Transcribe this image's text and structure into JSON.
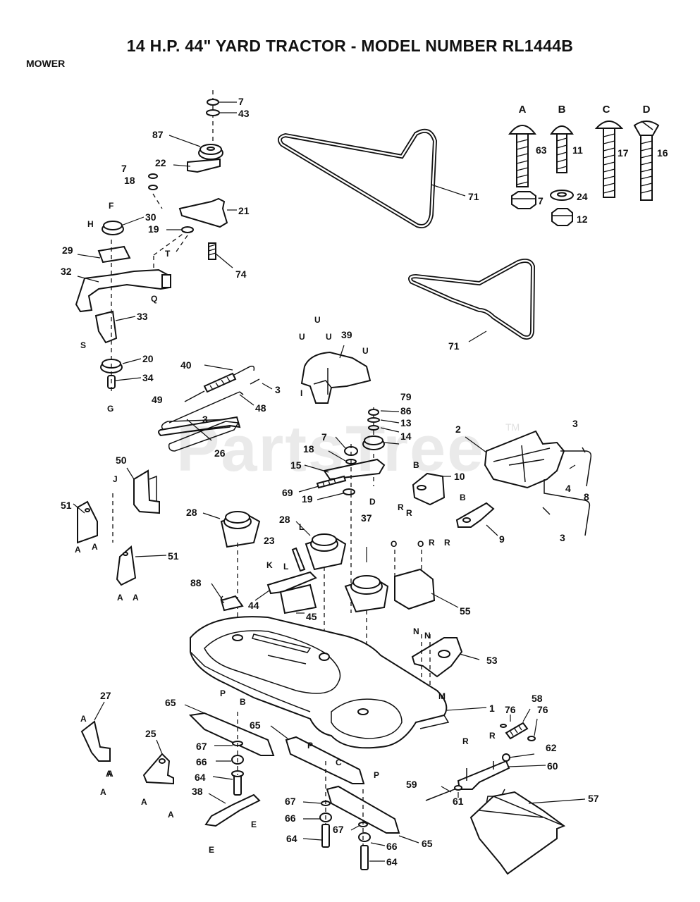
{
  "header": {
    "title": "14 H.P. 44\" YARD TRACTOR - MODEL NUMBER RL1444B",
    "section": "MOWER"
  },
  "watermark": {
    "text": "PartsTree",
    "tm": "TM"
  },
  "hardware": {
    "A": {
      "letter": "A",
      "bolt": "63",
      "nut": "7"
    },
    "B": {
      "letter": "B",
      "bolt": "11",
      "washer": "24",
      "nut": "12"
    },
    "C": {
      "letter": "C",
      "bolt": "17"
    },
    "D": {
      "letter": "D",
      "bolt": "16"
    }
  },
  "callouts": [
    "7",
    "43",
    "87",
    "22",
    "7",
    "18",
    "21",
    "30",
    "19",
    "29",
    "32",
    "74",
    "33",
    "20",
    "34",
    "71",
    "71",
    "39",
    "40",
    "3",
    "48",
    "49",
    "3",
    "26",
    "79",
    "86",
    "13",
    "14",
    "7",
    "18",
    "15",
    "2",
    "3",
    "4",
    "8",
    "3",
    "10",
    "69",
    "19",
    "50",
    "51",
    "51",
    "28",
    "28",
    "23",
    "37",
    "9",
    "88",
    "44",
    "45",
    "55",
    "53",
    "1",
    "27",
    "65",
    "65",
    "76",
    "58",
    "76",
    "62",
    "60",
    "25",
    "67",
    "66",
    "64",
    "38",
    "59",
    "61",
    "57",
    "67",
    "66",
    "64",
    "67",
    "66",
    "65",
    "64"
  ],
  "ref_letters": [
    "F",
    "H",
    "T",
    "Q",
    "S",
    "G",
    "U",
    "U",
    "U",
    "U",
    "J",
    "I",
    "B",
    "R",
    "R",
    "D",
    "B",
    "R",
    "R",
    "K",
    "L",
    "L",
    "O",
    "O",
    "N",
    "N",
    "M",
    "P",
    "B",
    "P",
    "C",
    "P",
    "A",
    "A",
    "A",
    "A",
    "A",
    "A",
    "A",
    "A",
    "E",
    "E",
    "R",
    "R",
    "A",
    "A"
  ]
}
